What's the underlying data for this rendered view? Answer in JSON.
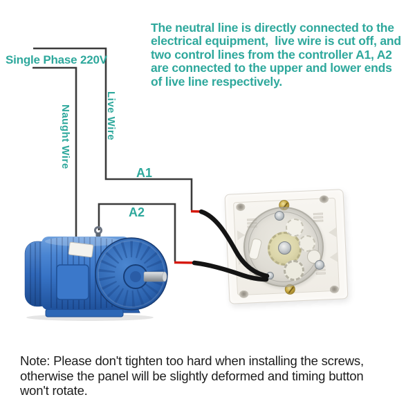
{
  "colors": {
    "accent_teal": "#2EA89C",
    "wire_dark": "#3B3B3B",
    "wire_red": "#D6190F",
    "cable_black": "#141414",
    "note_color": "#1C1C1C",
    "motor_blue": "#3673C6",
    "panel_white": "#FAF8F4",
    "brass": "#C9A93F",
    "gear_cream": "#DCD6AA"
  },
  "description": {
    "lines": [
      "The neutral line is directly connected to the",
      "electrical equipment,  live wire is cut off, and",
      "two control lines from the controller A1, A2",
      "are connected to the upper and lower ends",
      "of live line respectively."
    ]
  },
  "labels": {
    "supply": "Single Phase 220V",
    "naught_wire": "Naught Wire",
    "live_wire": "Live Wire",
    "terminal_a1": "A1",
    "terminal_a2": "A2"
  },
  "note": {
    "lines": [
      "Note: Please don't tighten too hard when installing the screws,",
      "otherwise the panel will be slightly deformed and timing button",
      "won't rotate."
    ]
  },
  "figures": {
    "motor": "electric-motor-illustration",
    "controller": "timer-switch-back-panel-illustration"
  }
}
